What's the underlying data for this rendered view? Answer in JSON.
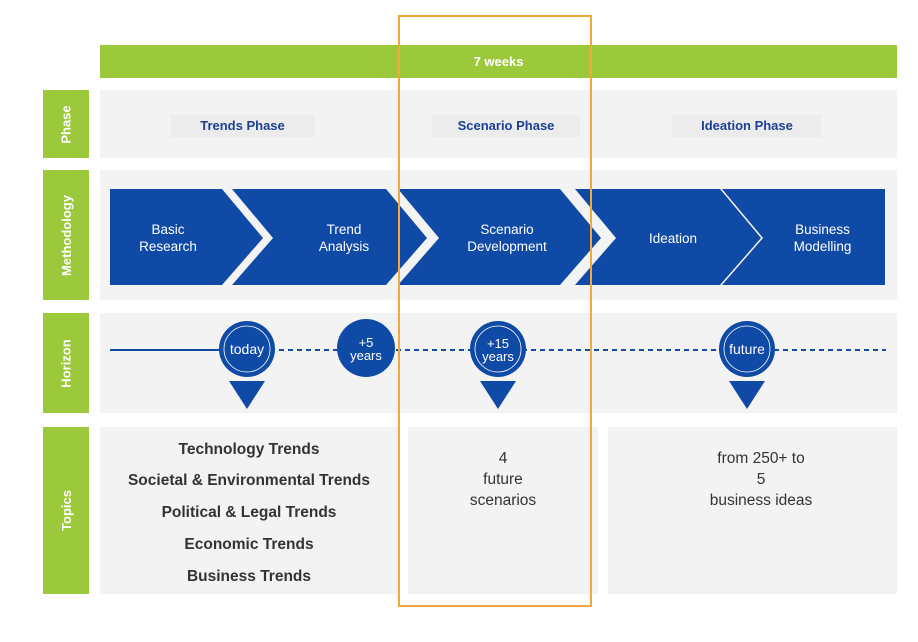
{
  "duration_bar": {
    "label": "7 weeks"
  },
  "rows": {
    "phase": "Phase",
    "methodology": "Methodology",
    "horizon": "Horizon",
    "topics": "Topics"
  },
  "phases": [
    "Trends Phase",
    "Scenario Phase",
    "Ideation Phase"
  ],
  "methodology_steps": [
    "Basic\nResearch",
    "Trend\nAnalysis",
    "Scenario\nDevelopment",
    "Ideation",
    "Business\nModelling"
  ],
  "horizon_markers": [
    "today",
    "+5\nyears",
    "+15\nyears",
    "future"
  ],
  "topics": {
    "trends": [
      "Technology Trends",
      "Societal & Environmental Trends",
      "Political & Legal Trends",
      "Economic Trends",
      "Business Trends"
    ],
    "scenario": [
      "4",
      "future",
      "scenarios"
    ],
    "ideation": [
      "from 250+ to",
      "5",
      "business ideas"
    ]
  },
  "colors": {
    "green": "#9cc93b",
    "blue": "#0f4aa6",
    "navy_text": "#1d3f94",
    "highlight": "#f2a93b",
    "band": "#f3f3f3"
  }
}
